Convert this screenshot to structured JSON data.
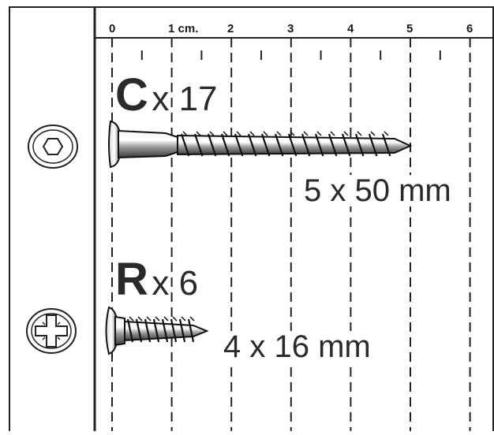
{
  "ruler": {
    "marks": [
      "0",
      "1 cm.",
      "2",
      "3",
      "4",
      "5",
      "6"
    ]
  },
  "screws": [
    {
      "letter": "C",
      "quantity": "x 17",
      "size": "5 x 50 mm",
      "drive": "hex-socket",
      "length_mm": 50
    },
    {
      "letter": "R",
      "quantity": "x 6",
      "size": "4 x 16 mm",
      "drive": "pozidriv",
      "length_mm": 16
    }
  ]
}
